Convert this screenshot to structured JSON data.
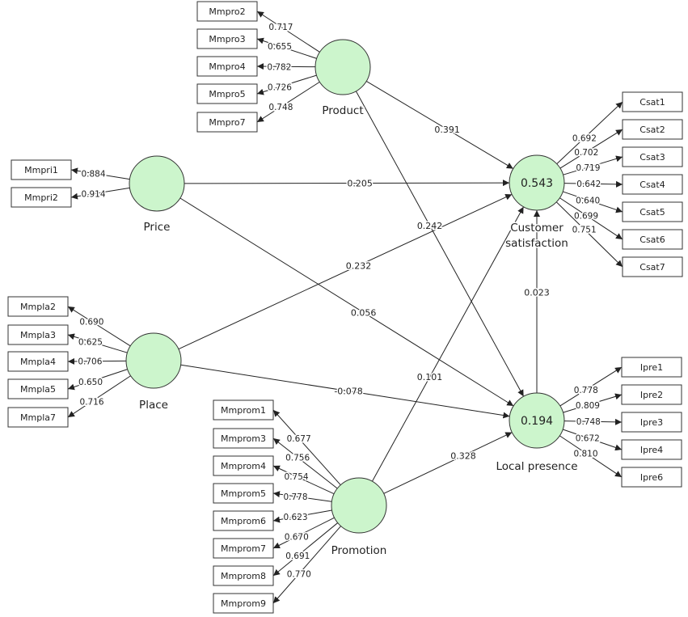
{
  "diagram": {
    "colors": {
      "construct_fill": "#ccf5cc",
      "line": "#222222",
      "box_stroke": "#333333"
    },
    "constructs": [
      {
        "id": "product",
        "label": "Product",
        "r2": ""
      },
      {
        "id": "price",
        "label": "Price",
        "r2": ""
      },
      {
        "id": "place",
        "label": "Place",
        "r2": ""
      },
      {
        "id": "promotion",
        "label": "Promotion",
        "r2": ""
      },
      {
        "id": "csat",
        "label_lines": [
          "Customer",
          "satisfaction"
        ],
        "r2": "0.543"
      },
      {
        "id": "local",
        "label": "Local presence",
        "r2": "0.194"
      }
    ],
    "indicators": {
      "product": [
        {
          "name": "Mmpro2",
          "loading": "0.717"
        },
        {
          "name": "Mmpro3",
          "loading": "0.655"
        },
        {
          "name": "Mmpro4",
          "loading": "0.782"
        },
        {
          "name": "Mmpro5",
          "loading": "0.726"
        },
        {
          "name": "Mmpro7",
          "loading": "0.748"
        }
      ],
      "price": [
        {
          "name": "Mmpri1",
          "loading": "0.884"
        },
        {
          "name": "Mmpri2",
          "loading": "0.914"
        }
      ],
      "place": [
        {
          "name": "Mmpla2",
          "loading": "0.690"
        },
        {
          "name": "Mmpla3",
          "loading": "0.625"
        },
        {
          "name": "Mmpla4",
          "loading": "0.706"
        },
        {
          "name": "Mmpla5",
          "loading": "0.650"
        },
        {
          "name": "Mmpla7",
          "loading": "0.716"
        }
      ],
      "promotion": [
        {
          "name": "Mmprom1",
          "loading": "0.677"
        },
        {
          "name": "Mmprom3",
          "loading": "0.756"
        },
        {
          "name": "Mmprom4",
          "loading": "0.754"
        },
        {
          "name": "Mmprom5",
          "loading": "0.778"
        },
        {
          "name": "Mmprom6",
          "loading": "0.623"
        },
        {
          "name": "Mmprom7",
          "loading": "0.670"
        },
        {
          "name": "Mmprom8",
          "loading": "0.691"
        },
        {
          "name": "Mmprom9",
          "loading": "0.770"
        }
      ],
      "csat": [
        {
          "name": "Csat1",
          "loading": "0.692"
        },
        {
          "name": "Csat2",
          "loading": "0.702"
        },
        {
          "name": "Csat3",
          "loading": "0.719"
        },
        {
          "name": "Csat4",
          "loading": "0.642"
        },
        {
          "name": "Csat5",
          "loading": "0.640"
        },
        {
          "name": "Csat6",
          "loading": "0.699"
        },
        {
          "name": "Csat7",
          "loading": "0.751"
        }
      ],
      "local": [
        {
          "name": "Ipre1",
          "loading": "0.778"
        },
        {
          "name": "Ipre2",
          "loading": "0.809"
        },
        {
          "name": "Ipre3",
          "loading": "0.748"
        },
        {
          "name": "Ipre4",
          "loading": "0.672"
        },
        {
          "name": "Ipre6",
          "loading": "0.810"
        }
      ]
    },
    "paths": [
      {
        "from": "product",
        "to": "csat",
        "coef": "0.391"
      },
      {
        "from": "product",
        "to": "local",
        "coef": "0.242"
      },
      {
        "from": "price",
        "to": "csat",
        "coef": "0.205"
      },
      {
        "from": "price",
        "to": "local",
        "coef": "0.056"
      },
      {
        "from": "place",
        "to": "csat",
        "coef": "0.232"
      },
      {
        "from": "place",
        "to": "local",
        "coef": "-0.078"
      },
      {
        "from": "promotion",
        "to": "csat",
        "coef": "0.101"
      },
      {
        "from": "promotion",
        "to": "local",
        "coef": "0.328"
      },
      {
        "from": "local",
        "to": "csat",
        "coef": "0.023"
      }
    ]
  }
}
